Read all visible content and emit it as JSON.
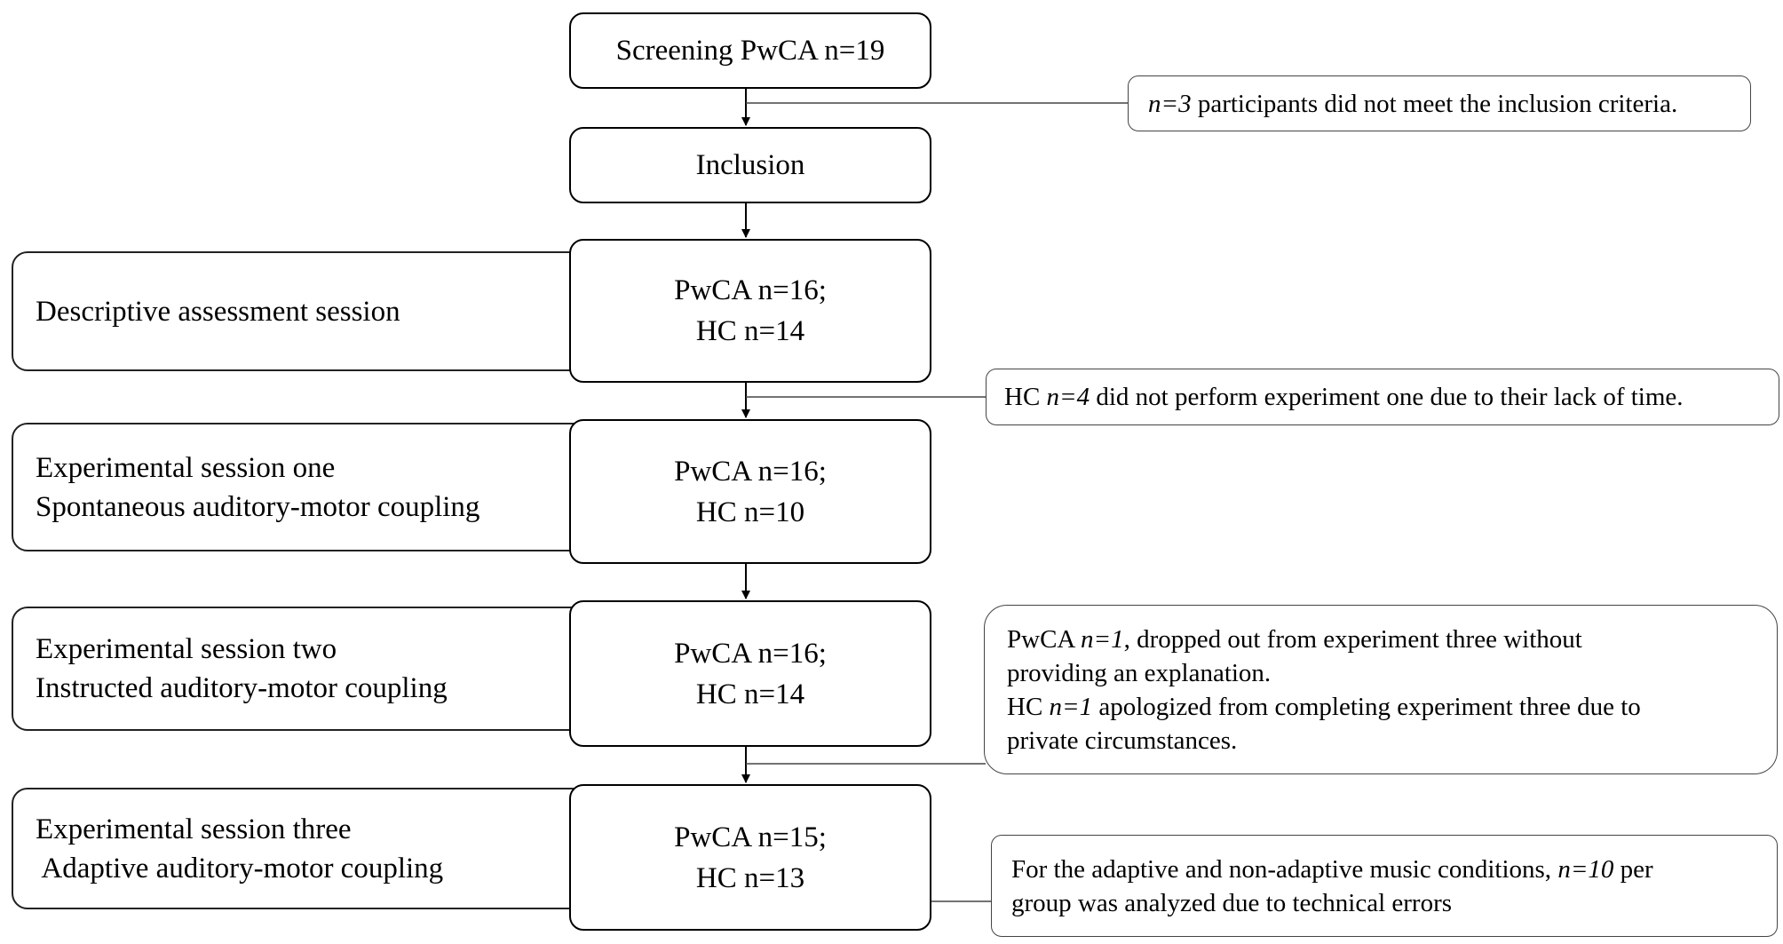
{
  "main_flow": {
    "screening": "Screening PwCA n=19",
    "inclusion": "Inclusion",
    "descriptive": {
      "line1": "PwCA n=16;",
      "line2": "HC n=14"
    },
    "exp_one": {
      "line1": "PwCA n=16;",
      "line2": "HC n=10"
    },
    "exp_two": {
      "line1": "PwCA n=16;",
      "line2": "HC n=14"
    },
    "exp_three": {
      "line1": "PwCA n=15;",
      "line2": "HC n=13"
    }
  },
  "sessions": {
    "descriptive": {
      "line1": "Descriptive assessment session"
    },
    "one": {
      "line1": "Experimental session one",
      "line2": "Spontaneous auditory-motor coupling"
    },
    "two": {
      "line1": "Experimental session two",
      "line2": "Instructed auditory-motor coupling"
    },
    "three": {
      "line1": "Experimental session three",
      "line2": " Adaptive auditory-motor coupling"
    }
  },
  "notes": {
    "exclusion": {
      "italic": "n=3",
      "text": " participants did not meet the inclusion criteria."
    },
    "hc_lack_time": {
      "prefix": "HC ",
      "italic": "n=4",
      "text": " did not perform experiment one due to their lack of time."
    },
    "dropout": {
      "l1_prefix": "PwCA ",
      "l1_italic": "n=1",
      "l1_text": ", dropped out from experiment three without",
      "l2": "providing an explanation.",
      "l3_prefix": "HC ",
      "l3_italic": "n=1",
      "l3_text": " apologized from completing experiment three due to",
      "l4": "private circumstances."
    },
    "technical": {
      "l1_text": "For the adaptive and non-adaptive music conditions, ",
      "l1_italic": "n=10",
      "l1_suffix": " per",
      "l2": "group was analyzed due to technical errors"
    }
  }
}
